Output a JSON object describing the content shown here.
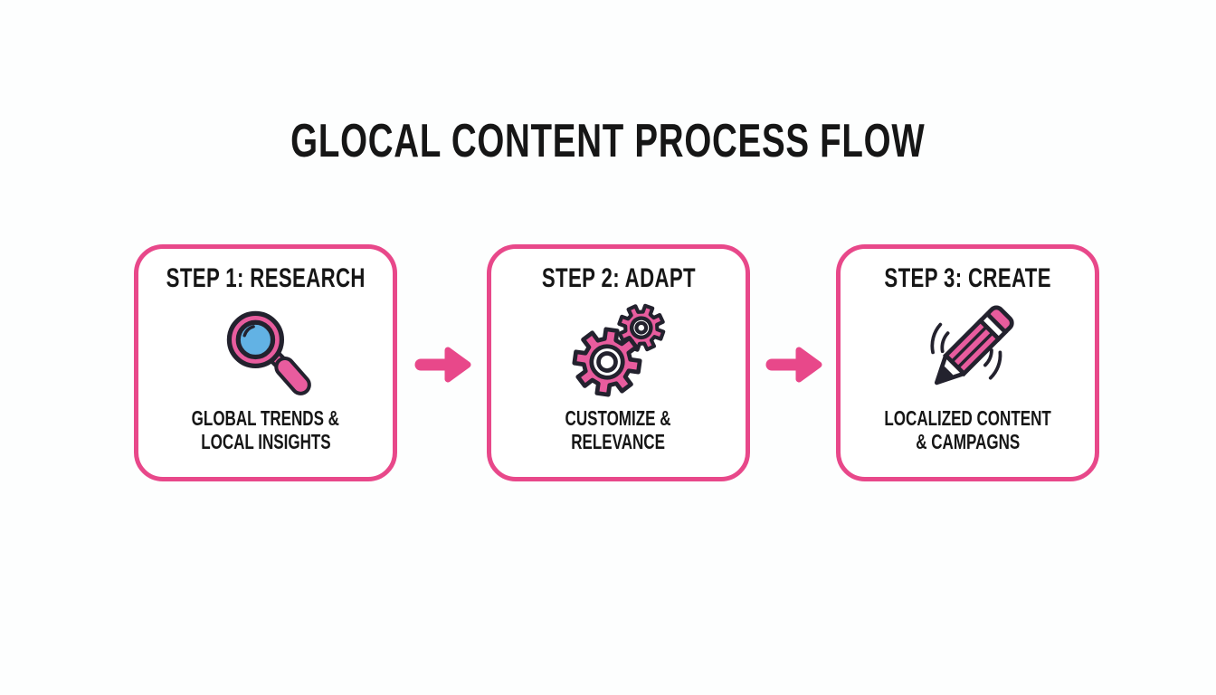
{
  "title": "GLOCAL CONTENT PROCESS FLOW",
  "colors": {
    "accent": "#e8488a",
    "icon-pink": "#e85c9e",
    "lens-blue": "#62b2e4",
    "outline": "#23222e",
    "text": "#161616",
    "bg": "#fdfefe"
  },
  "steps": [
    {
      "header": "STEP 1: RESEARCH",
      "icon": "magnifier-icon",
      "label_line1": "GLOBAL TRENDS &",
      "label_line2": "LOCAL INSIGHTS"
    },
    {
      "header": "STEP 2: ADAPT",
      "icon": "gears-icon",
      "label_line1": "CUSTOMIZE &",
      "label_line2": "RELEVANCE"
    },
    {
      "header": "STEP 3: CREATE",
      "icon": "pencil-icon",
      "label_line1": "LOCALIZED CONTENT",
      "label_line2": "& CAMPAGNS"
    }
  ]
}
